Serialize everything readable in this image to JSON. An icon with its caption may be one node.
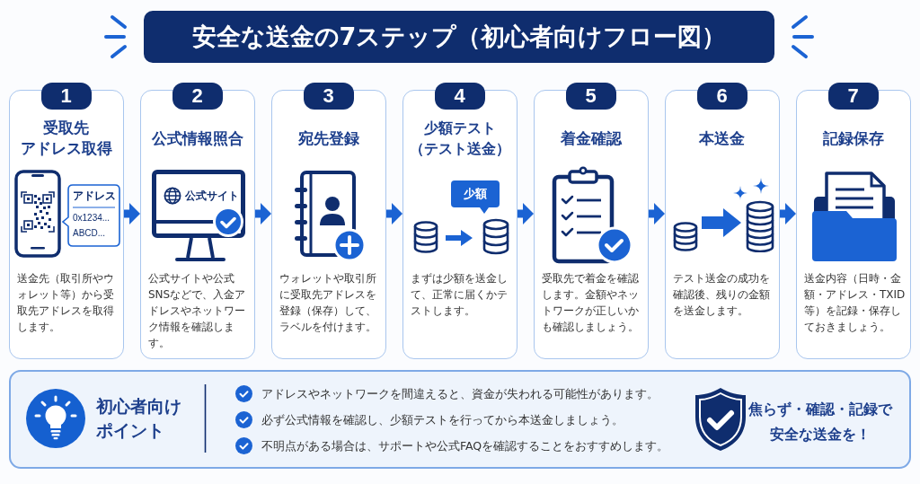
{
  "diagram": {
    "title": "安全な送金の7ステップ（初心者向けフロー図）",
    "nodes": [
      {
        "text": [
          "1",
          "受取先アドレス取得",
          "送金先（取引所やウォレット等）から受取先アドレスを取得します。"
        ]
      },
      {
        "text": [
          "アドレス",
          "0x1234...",
          "ABCD..."
        ],
        "in": 0
      },
      {
        "text": [
          "2",
          "公式情報照合",
          "公式サイトや公式SNSなどで、入金アドレスやネットワーク情報を確認します。"
        ]
      },
      {
        "text": [
          "公式サイト"
        ],
        "in": 2
      },
      {
        "text": [
          "3",
          "宛先登録",
          "ウォレットや取引所に受取先アドレスを登録（保存）して、ラベルを付けます。"
        ]
      },
      {
        "text": [
          "4",
          "少額テスト（テスト送金）",
          "まずは少額を送金して、正常に届くかテストします。"
        ]
      },
      {
        "text": [
          "少額"
        ],
        "in": 5
      },
      {
        "text": [
          "5",
          "着金確認",
          "受取先で着金を確認します。金額やネットワークが正しいかも確認しましょう。"
        ]
      },
      {
        "text": [
          "6",
          "本送金",
          "テスト送金の成功を確認後、残りの金額を送金します。"
        ]
      },
      {
        "text": [
          "7",
          "記録保存",
          "送金内容（日時・金額・アドレス・TXID等）を記録・保存しておきましょう。"
        ]
      },
      {
        "text": [
          "初心者向けポイント",
          "アドレスやネットワークを間違えると、資金が失われる可能性があります。",
          "必ず公式情報を確認し、少額テストを行ってから本送金しましょう。",
          "不明点がある場合は、サポートや公式FAQを確認することをおすすめします。",
          "焦らず・確認・記録で安全な送金を！"
        ]
      }
    ],
    "edges": [
      {
        "from": 0,
        "to": 2,
        "arrow": "to"
      },
      {
        "from": 2,
        "to": 4,
        "arrow": "to"
      },
      {
        "from": 4,
        "to": 5,
        "arrow": "to"
      },
      {
        "from": 5,
        "to": 7,
        "arrow": "to"
      },
      {
        "from": 7,
        "to": 8,
        "arrow": "to"
      },
      {
        "from": 8,
        "to": 9,
        "arrow": "to"
      }
    ]
  }
}
